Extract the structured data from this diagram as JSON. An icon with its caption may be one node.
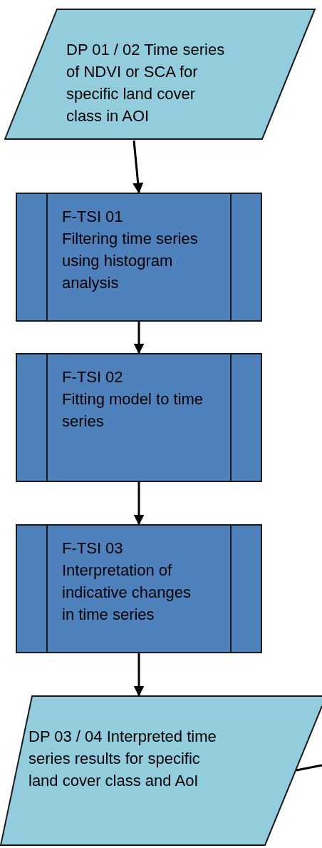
{
  "diagram": {
    "nodes": [
      {
        "text": [
          "DP 01 / 02 Time series of NDVI or SCA for specific land cover class in AOI"
        ]
      },
      {
        "text": [
          "F-TSI 01",
          "Filtering time series using histogram analysis"
        ]
      },
      {
        "text": [
          "F-TSI 02",
          "Fitting model to time series"
        ]
      },
      {
        "text": [
          "F-TSI 03",
          "Interpretation of indicative changes in time series"
        ]
      },
      {
        "text": [
          "DP 03 / 04 Interpreted time series results for specific land cover class and AoI"
        ]
      }
    ],
    "edges": [
      {
        "from": 0,
        "to": 1,
        "arrow": "to"
      },
      {
        "from": 1,
        "to": 2,
        "arrow": "to"
      },
      {
        "from": 2,
        "to": 3,
        "arrow": "to"
      },
      {
        "from": 3,
        "to": 4,
        "arrow": "to"
      },
      {
        "from": 4,
        "to": null,
        "arrow": "none"
      }
    ]
  }
}
